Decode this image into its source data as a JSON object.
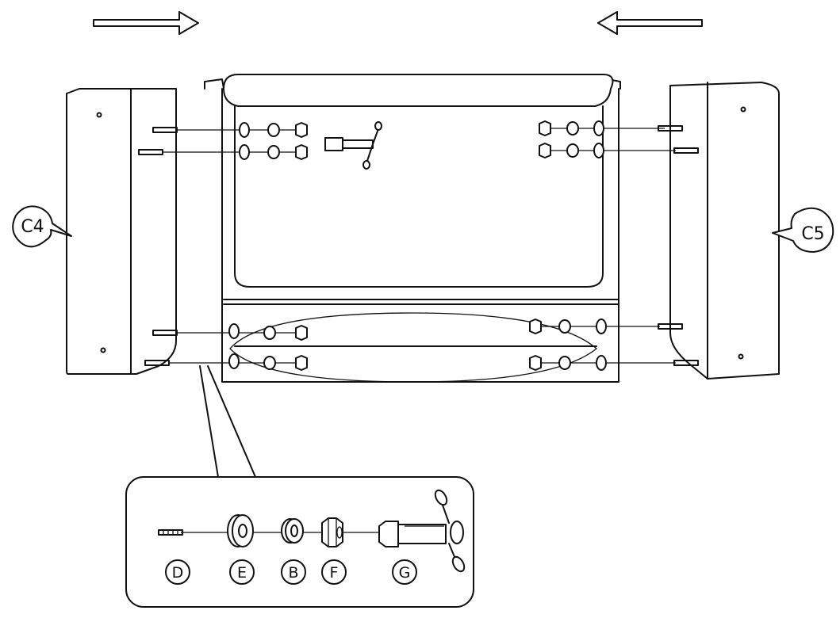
{
  "diagram": {
    "callouts": {
      "left_panel": "C4",
      "right_panel": "C5"
    },
    "parts": [
      {
        "id": "bolt",
        "label": "D"
      },
      {
        "id": "flat-washer",
        "label": "E"
      },
      {
        "id": "split-washer",
        "label": "B"
      },
      {
        "id": "hex-nut",
        "label": "F"
      },
      {
        "id": "tee-wrench",
        "label": "G"
      }
    ],
    "icons": {
      "arrow_left_side": "arrow-right-icon",
      "arrow_right_side": "arrow-left-icon"
    }
  }
}
